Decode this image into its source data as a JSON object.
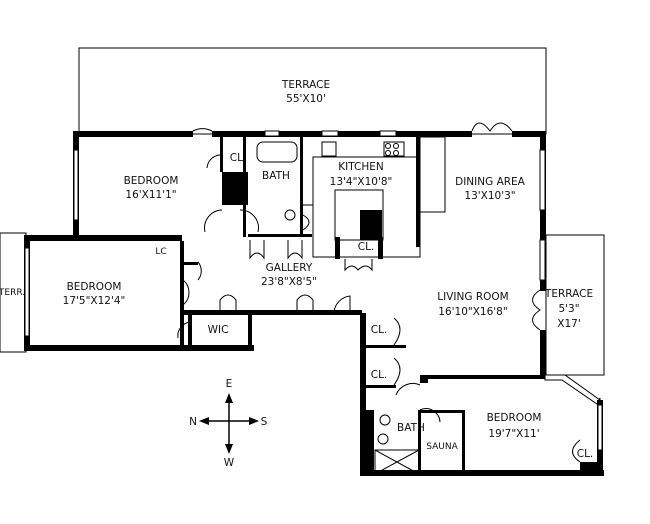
{
  "plan": {
    "rooms": {
      "terrace_main": {
        "name": "TERRACE",
        "size": "55'X10'"
      },
      "bedroom_1": {
        "name": "BEDROOM",
        "size": "16'X11'1\""
      },
      "closet_1": {
        "name": "CL."
      },
      "bath_1": {
        "name": "BATH"
      },
      "kitchen": {
        "name": "KITCHEN",
        "size": "13'4\"X10'8\""
      },
      "dining": {
        "name": "DINING AREA",
        "size": "13'X10'3\""
      },
      "kitchen_closet": {
        "name": "CL."
      },
      "linen_closet": {
        "name": "LC"
      },
      "gallery": {
        "name": "GALLERY",
        "size": "23'8\"X8'5\""
      },
      "bedroom_2": {
        "name": "BEDROOM",
        "size": "17'5\"X12'4\""
      },
      "terrace_small": {
        "name": "TERR."
      },
      "wic": {
        "name": "WIC"
      },
      "living": {
        "name": "LIVING ROOM",
        "size": "16'10\"X16'8\""
      },
      "terrace_side": {
        "name": "TERRACE",
        "size_a": "5'3\"",
        "size_b": "X17'"
      },
      "closet_2": {
        "name": "CL."
      },
      "closet_3": {
        "name": "CL."
      },
      "bath_2": {
        "name": "BATH"
      },
      "sauna": {
        "name": "SAUNA"
      },
      "bedroom_3": {
        "name": "BEDROOM",
        "size": "19'7\"X11'"
      },
      "closet_4": {
        "name": "CL."
      }
    },
    "compass": {
      "north": "N",
      "south": "S",
      "east": "E",
      "west": "W"
    }
  }
}
